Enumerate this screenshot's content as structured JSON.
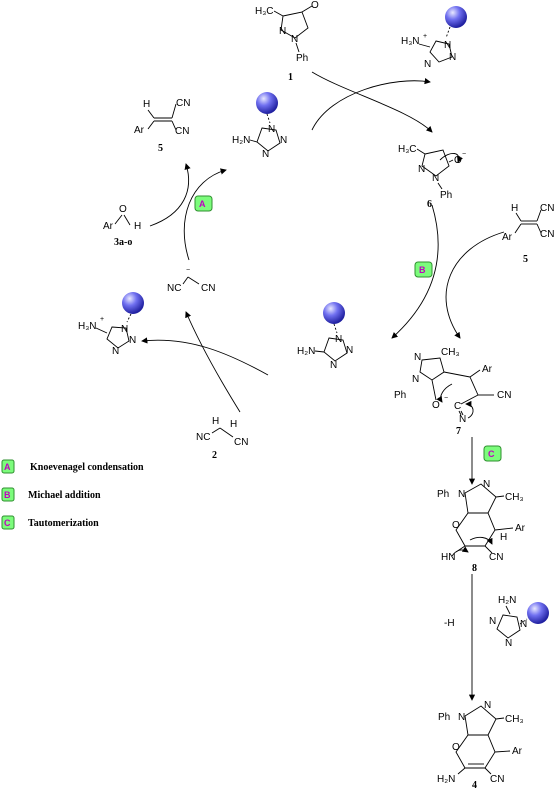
{
  "compounds": {
    "c1": {
      "methyl": "H₃C",
      "n": "N",
      "ring_n": "N",
      "o": "O",
      "ph": "Ph",
      "num": "1"
    },
    "c2": {
      "h_top": "H",
      "h_side": "H",
      "cn_left": "NC",
      "cn_right": "CN",
      "num": "2"
    },
    "c3": {
      "ar": "Ar",
      "o": "O",
      "h": "H",
      "num": "3a-o"
    },
    "c4": {
      "ph": "Ph",
      "n1": "N",
      "n2": "N",
      "methyl": "CH₃",
      "o": "O",
      "ar": "Ar",
      "nh2": "H₂N",
      "cn": "CN",
      "num": "4"
    },
    "c5_top": {
      "h": "H",
      "ar": "Ar",
      "cn1": "CN",
      "cn2": "CN",
      "num": "5"
    },
    "c5_right": {
      "h": "H",
      "ar": "Ar",
      "cn1": "CN",
      "cn2": "CN",
      "num": "5"
    },
    "c6": {
      "methyl": "H₃C",
      "n1": "N",
      "n2": "N",
      "o": "O",
      "ph": "Ph",
      "minus": "−",
      "num": "6"
    },
    "c7": {
      "methyl": "CH₃",
      "n1": "N",
      "n2": "N",
      "ph": "Ph",
      "o": "O",
      "ar": "Ar",
      "cn": "CN",
      "c": "C",
      "n": "N",
      "minus": "−",
      "num": "7"
    },
    "c8": {
      "ph": "Ph",
      "n1": "N",
      "n2": "N",
      "methyl": "CH₃",
      "o": "O",
      "ar": "Ar",
      "hn": "HN",
      "cn": "CN",
      "h": "H",
      "num": "8"
    }
  },
  "catalyst": {
    "h3n_plus": "H₃N",
    "plus": "+",
    "n": "N",
    "nh2": "H₂N",
    "n_label": "N",
    "dash": "-H"
  },
  "malononitrile_anion": {
    "nc": "NC",
    "cn": "CN",
    "minus": "−"
  },
  "badges": {
    "a": "A",
    "b": "B",
    "c": "C"
  },
  "legend": [
    {
      "badge": "A",
      "label": "Knoevenagel condensation"
    },
    {
      "badge": "B",
      "label": "Michael addition"
    },
    {
      "badge": "C",
      "label": "Tautomerization"
    }
  ],
  "colors": {
    "ball": "#5a5ae0",
    "badge_fill": "#7CFC7C",
    "badge_text": "#c000c0"
  }
}
